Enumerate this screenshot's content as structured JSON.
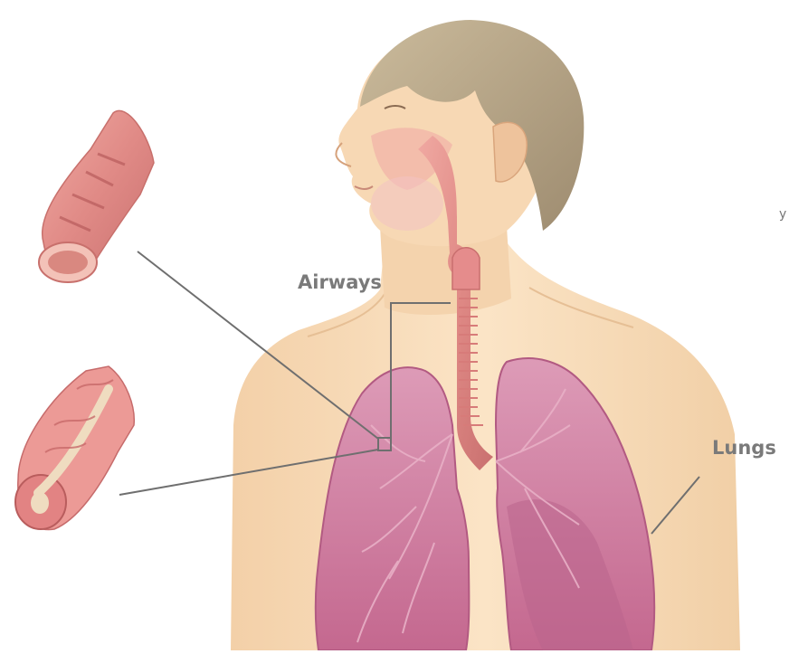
{
  "labels": {
    "airways": "Airways",
    "lungs": "Lungs",
    "left_edge_fragment": "y"
  },
  "colors": {
    "skin": "#f7dcb9",
    "skin_shadow": "#efc9a0",
    "hair": "#b9a789",
    "lung_fill": "#cf7ea0",
    "lung_dark": "#b25a82",
    "trachea": "#e49a9a",
    "leader_line": "#6f6f6f",
    "normal_airway": "#e7948e",
    "inflamed_airway": "#e88c8c",
    "mucus": "#efdcc0"
  },
  "icons": [
    "normal-airway-illustration",
    "inflamed-airway-illustration",
    "human-figure-illustration"
  ]
}
